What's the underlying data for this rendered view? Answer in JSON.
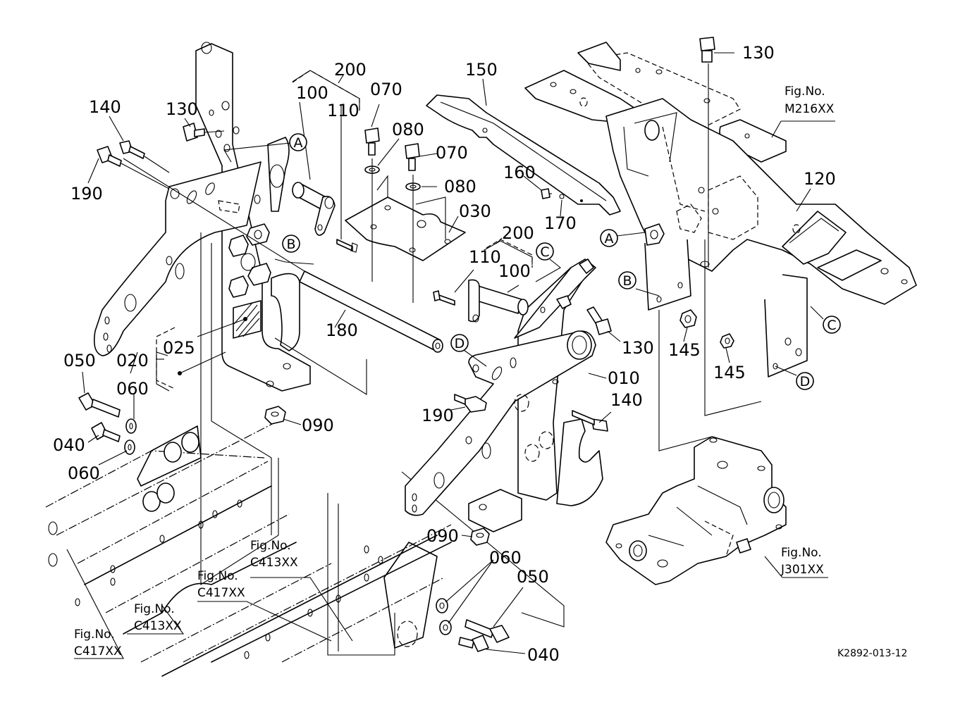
{
  "diagram": {
    "type": "exploded-parts-diagram",
    "drawing_code": "K2892-013-12",
    "callouts": {
      "c140a": "140",
      "c190a": "190",
      "c130a": "130",
      "c100a": "100",
      "c200a": "200",
      "c110a": "110",
      "c070a": "070",
      "c080a": "080",
      "c070b": "070",
      "c080b": "080",
      "c030": "030",
      "c150": "150",
      "c130b": "130",
      "c120": "120",
      "c160": "160",
      "c170": "170",
      "c200b": "200",
      "c110b": "110",
      "c100b": "100",
      "c130c": "130",
      "c145a": "145",
      "c145b": "145",
      "c180": "180",
      "c025": "025",
      "c020": "020",
      "c010": "010",
      "c190b": "190",
      "c140b": "140",
      "c050a": "050",
      "c060a": "060",
      "c040a": "040",
      "c060b": "060",
      "c090a": "090",
      "c090b": "090",
      "c060c": "060",
      "c050b": "050",
      "c040b": "040"
    },
    "reference_markers": {
      "A1": "A",
      "B1": "B",
      "A2": "A",
      "B2": "B",
      "C1": "C",
      "C2": "C",
      "D1": "D",
      "D2": "D"
    },
    "figure_refs": [
      {
        "label": "Fig.No.",
        "number": "M216XX"
      },
      {
        "label": "Fig.No.",
        "number": "J301XX"
      },
      {
        "label": "Fig.No.",
        "number": "C413XX"
      },
      {
        "label": "Fig.No.",
        "number": "C417XX"
      },
      {
        "label": "Fig.No.",
        "number": "C413XX"
      },
      {
        "label": "Fig.No.",
        "number": "C417XX"
      }
    ]
  }
}
